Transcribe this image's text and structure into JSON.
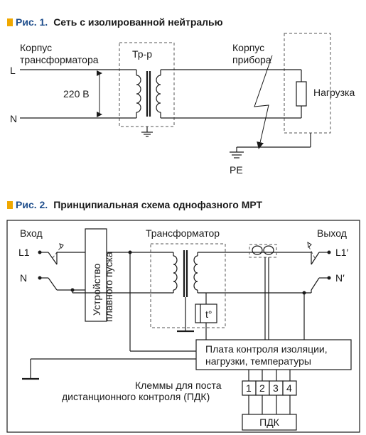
{
  "colors": {
    "accent": "#f0a800",
    "number": "#1f4e8c",
    "line": "#1a1a1a"
  },
  "fig1": {
    "number": "Рис. 1.",
    "title": "Сеть с изолированной нейтралью",
    "housing_line1": "Корпус",
    "housing_line2": "трансформатора",
    "transformer": "Тр-р",
    "device_line1": "Корпус",
    "device_line2": "прибора",
    "load": "Нагрузка",
    "voltage": "220 В",
    "phase": "L",
    "neutral": "N",
    "pe": "PE"
  },
  "fig2": {
    "number": "Рис. 2.",
    "title": "Принципиальная схема однофазного МРТ",
    "input": "Вход",
    "output": "Выход",
    "transformer": "Трансформатор",
    "l1_in": "L1",
    "n_in": "N",
    "l1_out": "L1′",
    "n_out": "N′",
    "soft_start_line1": "Устройство",
    "soft_start_line2": "плавного пуска",
    "temp_sensor": "t°",
    "board_line1": "Плата контроля изоляции,",
    "board_line2": "нагрузки, температуры",
    "terminals_line1": "Клеммы для поста",
    "terminals_line2": "дистанционного контроля (ПДК)",
    "terminals": [
      "1",
      "2",
      "3",
      "4"
    ],
    "pdk": "ПДК"
  }
}
